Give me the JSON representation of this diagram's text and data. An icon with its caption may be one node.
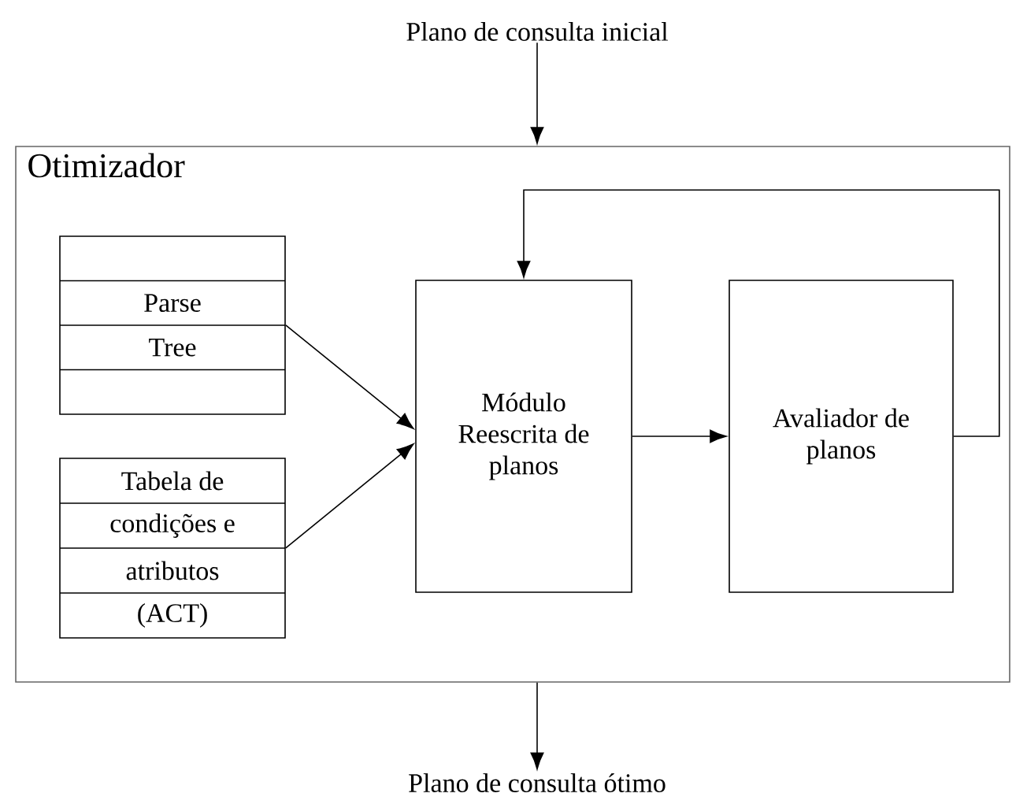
{
  "diagram": {
    "nodes": [
      {
        "text": [
          "Plano de consulta inicial"
        ]
      },
      {
        "text": [
          "Otimizador"
        ]
      },
      {
        "text": [
          "Parse",
          "Tree"
        ],
        "in": 1
      },
      {
        "text": [
          "Tabela de",
          "condições e",
          "atributos",
          "(ACT)"
        ],
        "in": 1
      },
      {
        "text": [
          "Módulo Reescrita de planos"
        ],
        "in": 1
      },
      {
        "text": [
          "Avaliador de planos"
        ],
        "in": 1
      },
      {
        "text": [
          "Plano de consulta ótimo"
        ]
      }
    ],
    "edges": [
      {
        "from": 0,
        "to": 1,
        "arrow": "to"
      },
      {
        "from": 2,
        "to": 4,
        "arrow": "to"
      },
      {
        "from": 3,
        "to": 4,
        "arrow": "to"
      },
      {
        "from": 4,
        "to": 5,
        "arrow": "to"
      },
      {
        "from": 5,
        "to": 4,
        "arrow": "to"
      },
      {
        "from": 1,
        "to": 6,
        "arrow": "to"
      }
    ]
  }
}
